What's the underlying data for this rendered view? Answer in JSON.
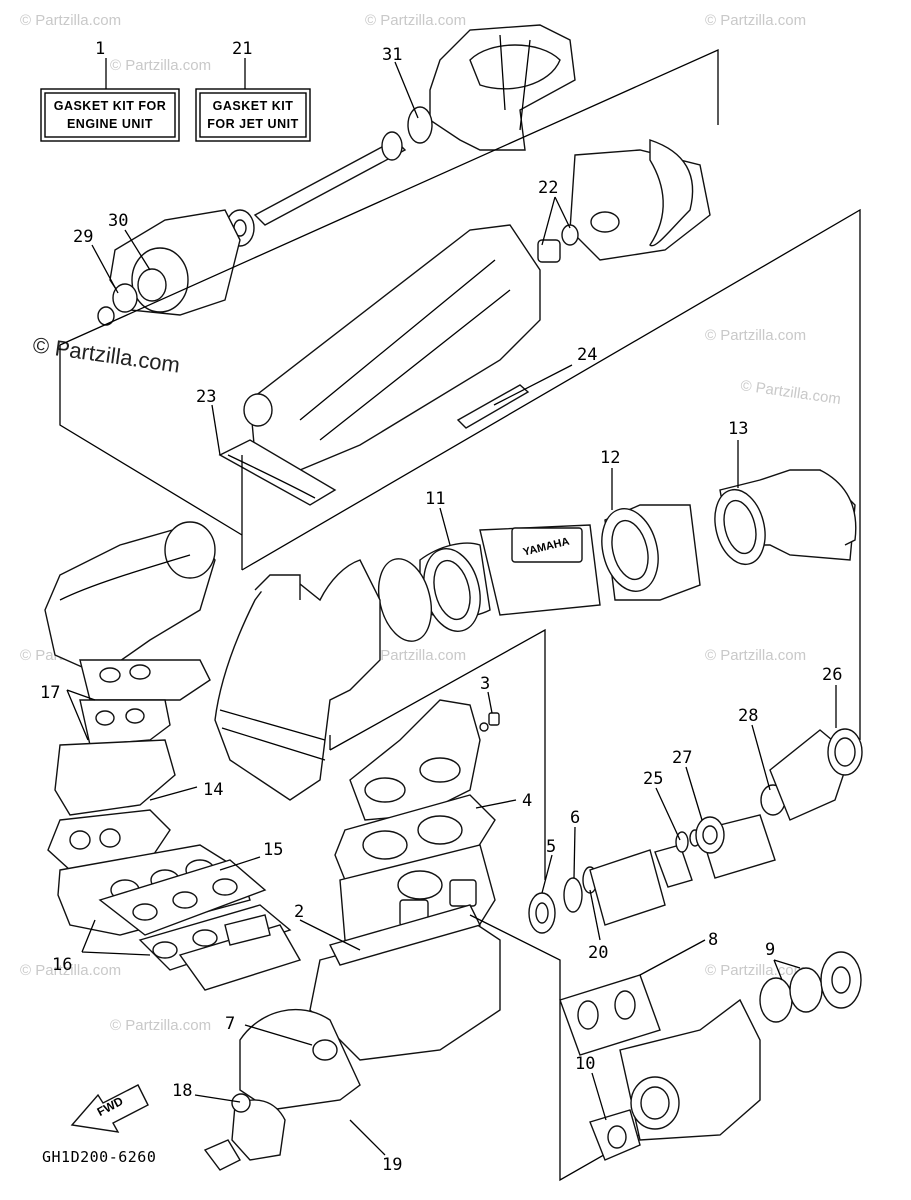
{
  "watermarks": {
    "brand": "© Partzilla.com",
    "prominent": "© Partzilla.com"
  },
  "labels": {
    "kit_engine_line1": "GASKET KIT FOR",
    "kit_engine_line2": "ENGINE UNIT",
    "kit_jet_line1": "GASKET KIT",
    "kit_jet_line2": "FOR JET UNIT",
    "diagram_code": "GH1D200-6260",
    "fwd": "FWD",
    "cylinder_brand": "YAMAHA"
  },
  "callouts": [
    "1",
    "21",
    "31",
    "22",
    "30",
    "29",
    "24",
    "23",
    "13",
    "12",
    "11",
    "3",
    "17",
    "14",
    "4",
    "26",
    "28",
    "27",
    "25",
    "6",
    "5",
    "15",
    "2",
    "20",
    "8",
    "16",
    "9",
    "7",
    "18",
    "10",
    "19"
  ]
}
